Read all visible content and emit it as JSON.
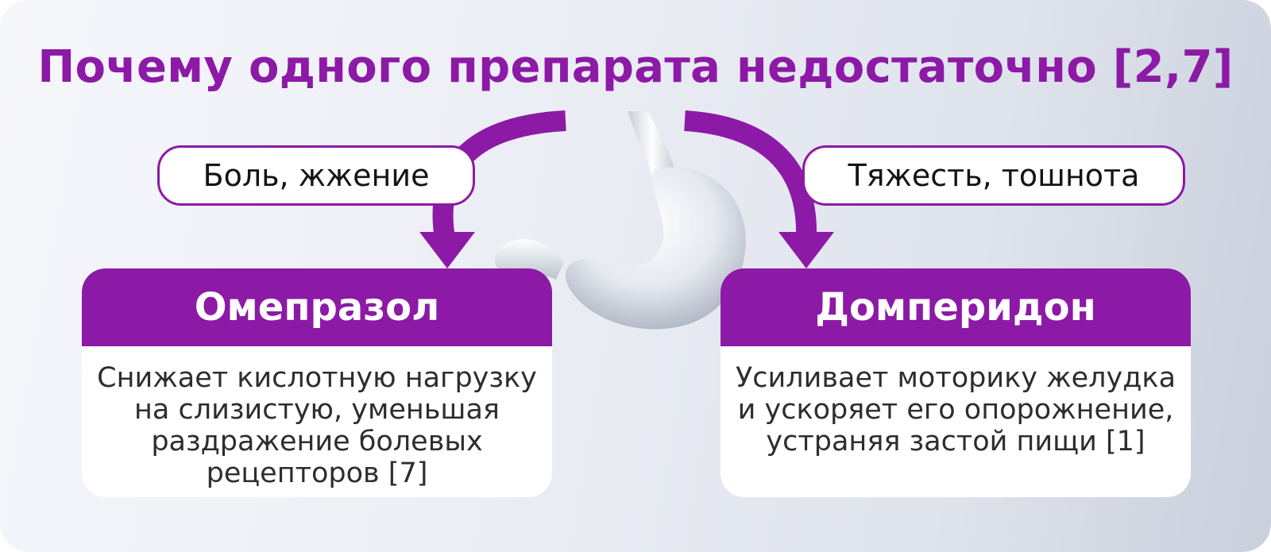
{
  "title": "Почему одного препарата недостаточно [2,7]",
  "symptoms": {
    "left": "Боль, жжение",
    "right": "Тяжесть, тошнота"
  },
  "drugs": {
    "left": {
      "name": "Омепразол",
      "description": "Снижает кислотную нагрузку на слизистую, уменьшая раздражение болевых рецепторов [7]"
    },
    "right": {
      "name": "Домперидон",
      "description": "Усиливает моторику желудка и ускоряет его опорожнение, устраняя застой пищи [1]"
    }
  },
  "colors": {
    "accent": "#8c1aa6",
    "text": "#2d2d2d",
    "pill_background": "#ffffff"
  },
  "icons": [
    "stomach-illustration",
    "arrow-left-curved",
    "arrow-right-curved"
  ]
}
